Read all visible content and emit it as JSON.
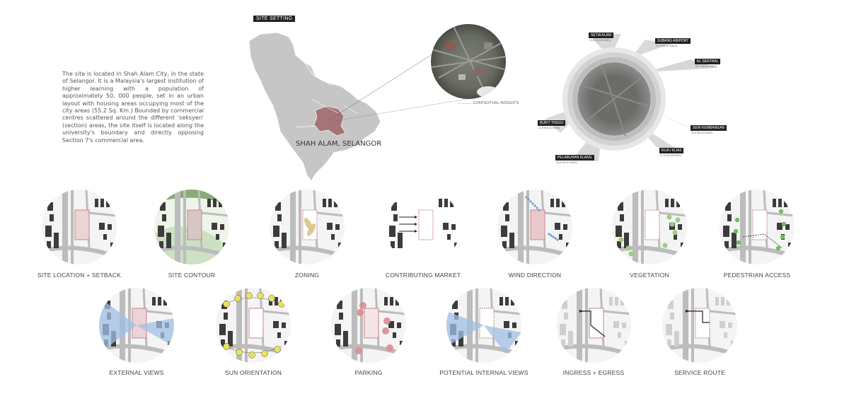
{
  "intro_text": "The site is located in Shah Alam City, in the state of Selangor. It is a Malaysia's largest institution of higher learning with a population of approximately 50, 000 people, set in an urban layout with housing areas occupying most of the city areas (55.2 Sq. Km.) Bounded by commercial centres scattered around the different 'seksyen' (section) areas, the site itself is located along the university's boundary and directly opposing Section 7's commercial area.",
  "site_setting_label": "SITE SETTING",
  "map_caption": "SHAH ALAM, SELANGOR",
  "contextual_caption": "...............CONTEXTUAL INSIGHTS",
  "destinations": [
    {
      "name": "SETIA ALAM",
      "detail": "11.8 KM (15 MINS)"
    },
    {
      "name": "SUBANG AIRPORT",
      "detail": "19.5 KM (27 MINS)"
    },
    {
      "name": "KL SENTRAL",
      "detail": "28.7 KM (34 MINS)"
    },
    {
      "name": "SERI KEMBANGAN",
      "detail": "39.6 KM (33 MINS)"
    },
    {
      "name": "KLIA / KLIA2",
      "detail": "57.8 KM (45 MINS)"
    },
    {
      "name": "PELABUHAN KLANG",
      "detail": "25.8 KM (22 MINS)"
    },
    {
      "name": "BUKIT TINGGI",
      "detail": "21.5 KM (21 MINS)"
    }
  ],
  "analysis_row1": [
    "SITE LOCATION + SETBACK",
    "SITE CONTOUR",
    "ZONING",
    "CONTRIBUTING MARKET",
    "WIND DIRECTION",
    "VEGETATION",
    "PEDESTRIAN ACCESS"
  ],
  "analysis_row2": [
    "EXTERNAL VIEWS",
    "SUN ORIENTATION",
    "PARKING",
    "POTENTIAL INTERNAL VIEWS",
    "INGRESS + EGRESS",
    "SERVICE ROUTE"
  ],
  "colors": {
    "site": "#c9868c",
    "site_fill": "#ecd3d5",
    "building": "#3c3c3c",
    "road": "#bcbcbc",
    "map": "#c6c6c6",
    "view": "#9fbfe3",
    "sun": "#e9e05c",
    "tree": "#9ccf7e",
    "contour": "#c3dcb8"
  }
}
